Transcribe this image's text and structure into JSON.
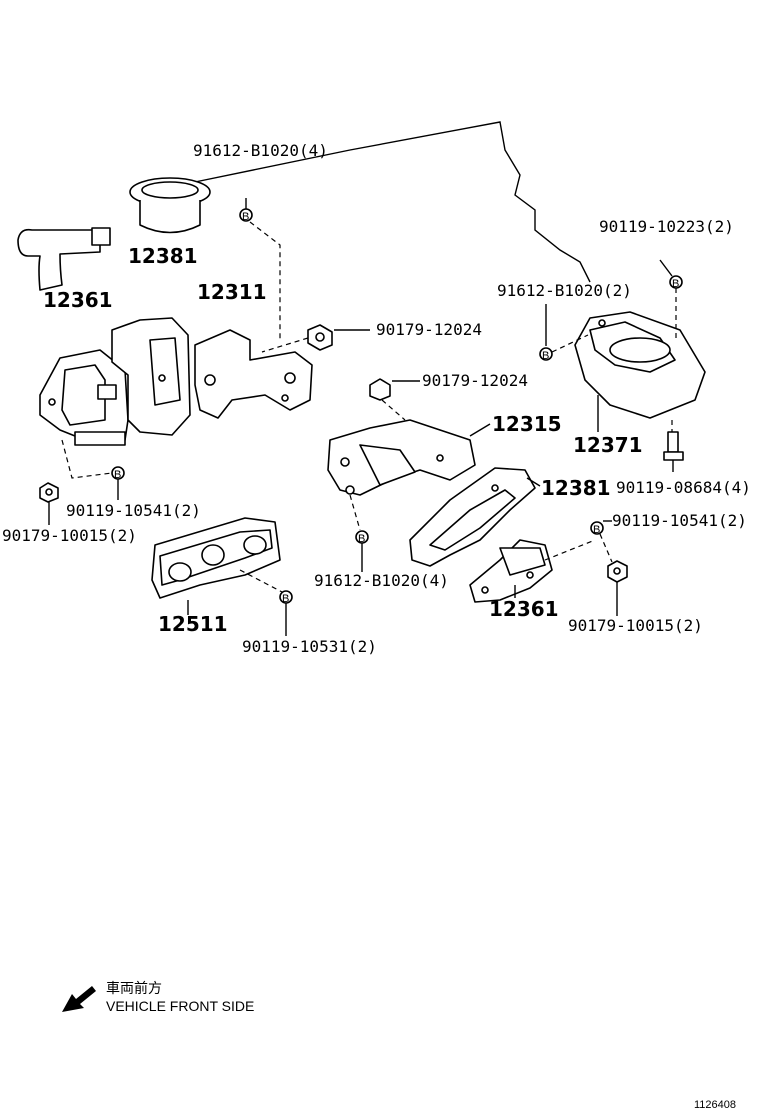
{
  "labels": {
    "top_bolt": "91612-B1020(4)",
    "p12381_left": "12381",
    "p12361_left": "12361",
    "p12311": "12311",
    "nut_12024_top": "90179-12024",
    "bolt_10223": "90119-10223(2)",
    "bolt_b1020_right": "91612-B1020(2)",
    "nut_12024_mid": "90179-12024",
    "p12315": "12315",
    "p12371": "12371",
    "bolt_08684": "90119-08684(4)",
    "p12381_right": "12381",
    "bolt_10541_left": "90119-10541(2)",
    "nut_10015_left": "90179-10015(2)",
    "bolt_10541_right": "90119-10541(2)",
    "p12511": "12511",
    "bolt_10531": "90119-10531(2)",
    "bolt_b1020_mid": "91612-B1020(4)",
    "p12361_right": "12361",
    "nut_10015_right": "90179-10015(2)"
  },
  "callout_letter": "B",
  "legend": {
    "japanese": "車両前方",
    "english": "VEHICLE FRONT SIDE"
  },
  "figure_id": "1126408"
}
